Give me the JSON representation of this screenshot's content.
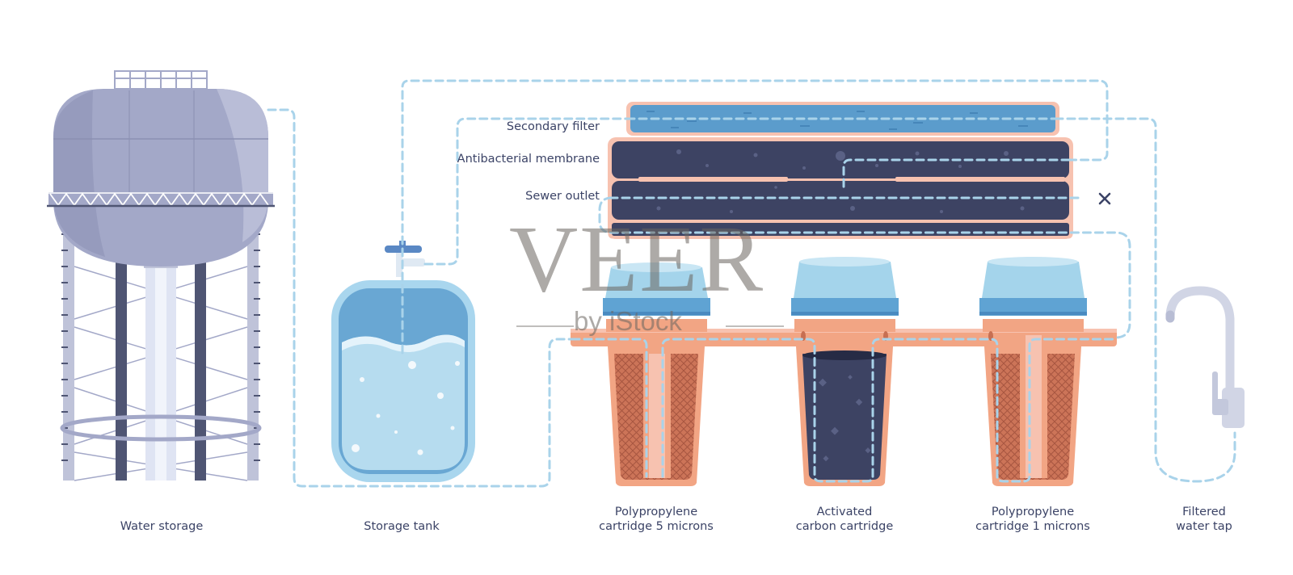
{
  "labels": {
    "water_storage": "Water storage",
    "storage_tank": "Storage tank",
    "polypropylene_5": "Polypropylene\ncartridge 5 microns",
    "activated_carbon": "Activated\ncarbon cartridge",
    "polypropylene_1": "Polypropylene\ncartridge 1 microns",
    "filtered_tap": "Filtered\nwater tap",
    "secondary_filter": "Secondary filter",
    "antibacterial_membrane": "Antibacterial membrane",
    "sewer_outlet": "Sewer outlet"
  },
  "watermark": {
    "title": "VEER",
    "subtitle": "by iStock"
  },
  "colors": {
    "pipe": "#a9d3ea",
    "text": "#3b4366",
    "tower_body": "#a3a8c8",
    "tower_leg": "#4f5573",
    "tank_blue": "#69a7d3",
    "water_light": "#b6dcef",
    "cartridge_orange": "#f2a584",
    "cartridge_brown": "#c76f52",
    "membrane_dark": "#3d4363",
    "membrane_border": "#f7c2b0",
    "secondary_filter_blue": "#5b9ccc",
    "cap_light": "#a4d4eb",
    "cap_band": "#5fa3d3",
    "faucet": "#d1d5e5"
  }
}
